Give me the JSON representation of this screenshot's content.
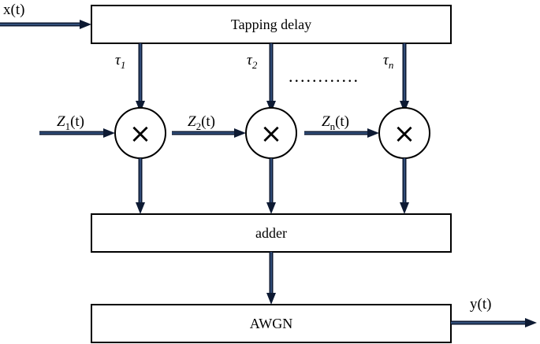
{
  "signals": {
    "input": "x(t)",
    "output": "y(t)"
  },
  "blocks": {
    "tapping_delay": "Tapping delay",
    "adder": "adder",
    "awgn": "AWGN"
  },
  "taps": [
    {
      "tau": "τ",
      "tau_sub": "1",
      "z": "Z",
      "z_sub": "1",
      "z_arg": "(t)",
      "mult": "×"
    },
    {
      "tau": "τ",
      "tau_sub": "2",
      "z": "Z",
      "z_sub": "2",
      "z_arg": "(t)",
      "mult": "×"
    },
    {
      "tau": "τ",
      "tau_sub": "n",
      "z": "Z",
      "z_sub": "n",
      "z_arg": "(t)",
      "mult": "×"
    }
  ],
  "ellipsis": "............"
}
